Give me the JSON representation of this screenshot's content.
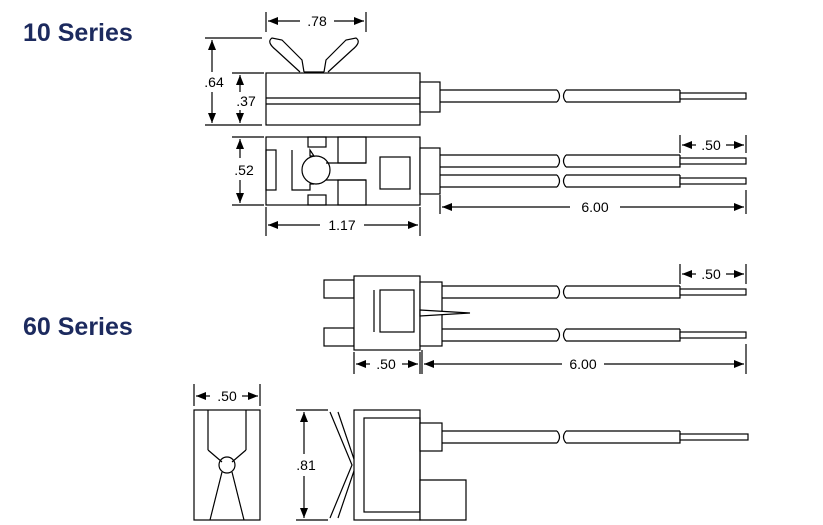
{
  "series_10": {
    "title": "10 Series",
    "dims": {
      "width_top": ".78",
      "overall_height": ".64",
      "body_height": ".37",
      "height_lower": ".52",
      "length": "1.17",
      "tip_length": ".50",
      "lead_length": "6.00"
    }
  },
  "series_60": {
    "title": "60 Series",
    "dims": {
      "tip_length": ".50",
      "body_width": ".50",
      "lead_length": "6.00",
      "end_width": ".50",
      "height": ".81"
    }
  }
}
